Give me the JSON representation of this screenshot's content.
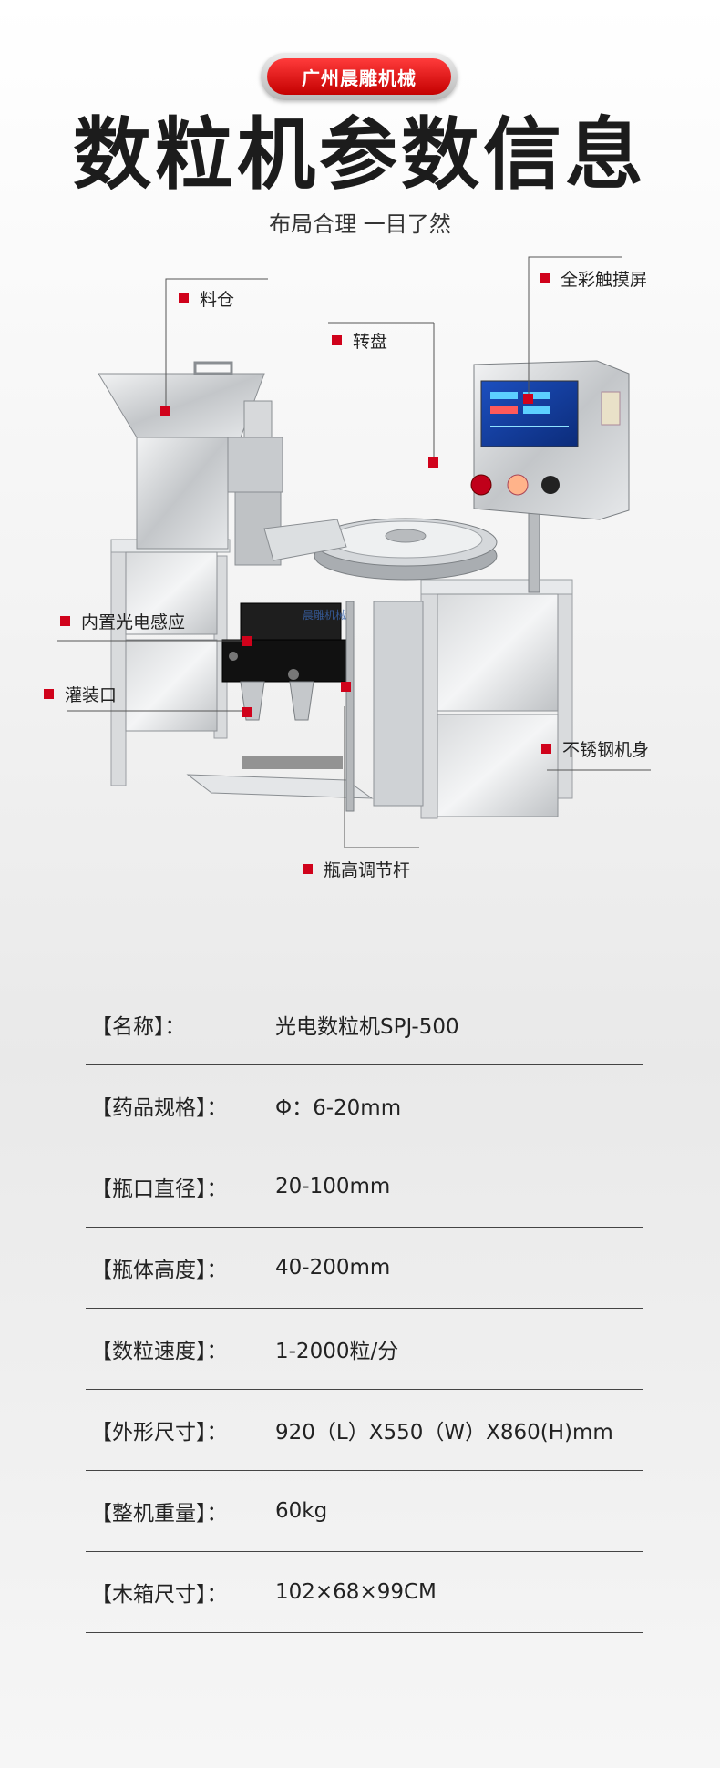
{
  "brand": "广州晨雕机械",
  "title": "数粒机参数信息",
  "subtitle": "布局合理 一目了然",
  "callouts": {
    "hopper": "料仓",
    "turntable": "转盘",
    "touchscreen": "全彩触摸屏",
    "sensor": "内置光电感应",
    "filling": "灌装口",
    "body": "不锈钢机身",
    "rod": "瓶高调节杆"
  },
  "machine_logo": "晨雕机械",
  "specs": [
    {
      "label": "【名称】：",
      "value": "光电数粒机SPJ-500"
    },
    {
      "label": "【药品规格】：",
      "value": "Φ：6-20mm"
    },
    {
      "label": "【瓶口直径】：",
      "value": "20-100mm"
    },
    {
      "label": "【瓶体高度】：",
      "value": "40-200mm"
    },
    {
      "label": "【数粒速度】：",
      "value": "1-2000粒/分"
    },
    {
      "label": "【外形尺寸】：",
      "value": "920（L）X550（W）X860(H)mm"
    },
    {
      "label": "【整机重量】：",
      "value": "60kg"
    },
    {
      "label": "【木箱尺寸】：",
      "value": "102×68×99CM"
    }
  ],
  "colors": {
    "accent": "#d0021b",
    "steel": "#c9cccf",
    "frame": "#e4e6e8"
  }
}
